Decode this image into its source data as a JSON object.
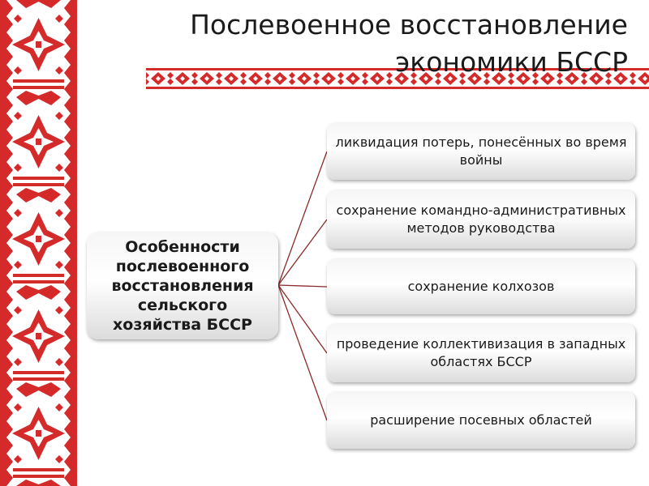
{
  "title": {
    "line1": "Послевоенное восстановление",
    "line2": "экономики БССР"
  },
  "main": {
    "lines": [
      "Особенности",
      "послевоенного",
      "восстановления",
      "сельского",
      "хозяйства БССР"
    ]
  },
  "items": [
    {
      "text": "ликвидация потерь, понесённых во время войны"
    },
    {
      "text": "сохранение командно-административных методов руководства"
    },
    {
      "text": "сохранение колхозов"
    },
    {
      "text": "проведение коллективизация в западных областях БССР"
    },
    {
      "text": "расширение посевных областей"
    }
  ],
  "colors": {
    "ornament_red": "#d42a2a",
    "connector": "#8b2a2a",
    "text": "#1a1a1a"
  }
}
